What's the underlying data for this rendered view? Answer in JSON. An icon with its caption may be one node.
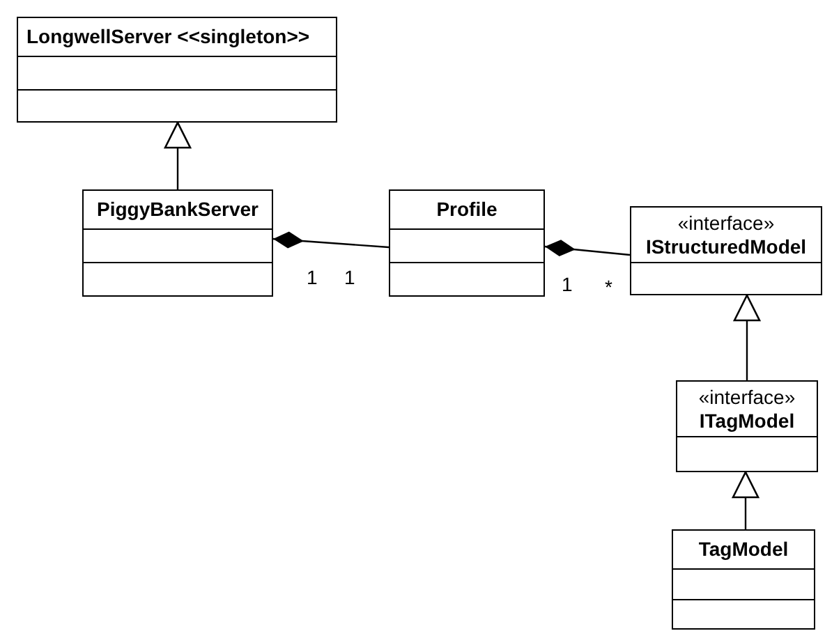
{
  "diagram": {
    "nodes": [
      {
        "text": [
          "LongwellServer <<singleton>>"
        ]
      },
      {
        "text": [
          "PiggyBankServer"
        ]
      },
      {
        "text": [
          "Profile"
        ]
      },
      {
        "text": [
          "«interface»",
          "IStructuredModel"
        ]
      },
      {
        "text": [
          "«interface»",
          "ITagModel"
        ]
      },
      {
        "text": [
          "TagModel"
        ]
      }
    ],
    "edges": [
      {
        "from": 1,
        "to": 0,
        "arrow": "to"
      },
      {
        "from": 1,
        "to": 2,
        "arrow": "other"
      },
      {
        "from": 2,
        "to": 3,
        "arrow": "other"
      },
      {
        "from": 4,
        "to": 3,
        "arrow": "to"
      },
      {
        "from": 5,
        "to": 4,
        "arrow": "to"
      }
    ],
    "labels": [
      "1",
      "1",
      "1",
      "*"
    ]
  }
}
